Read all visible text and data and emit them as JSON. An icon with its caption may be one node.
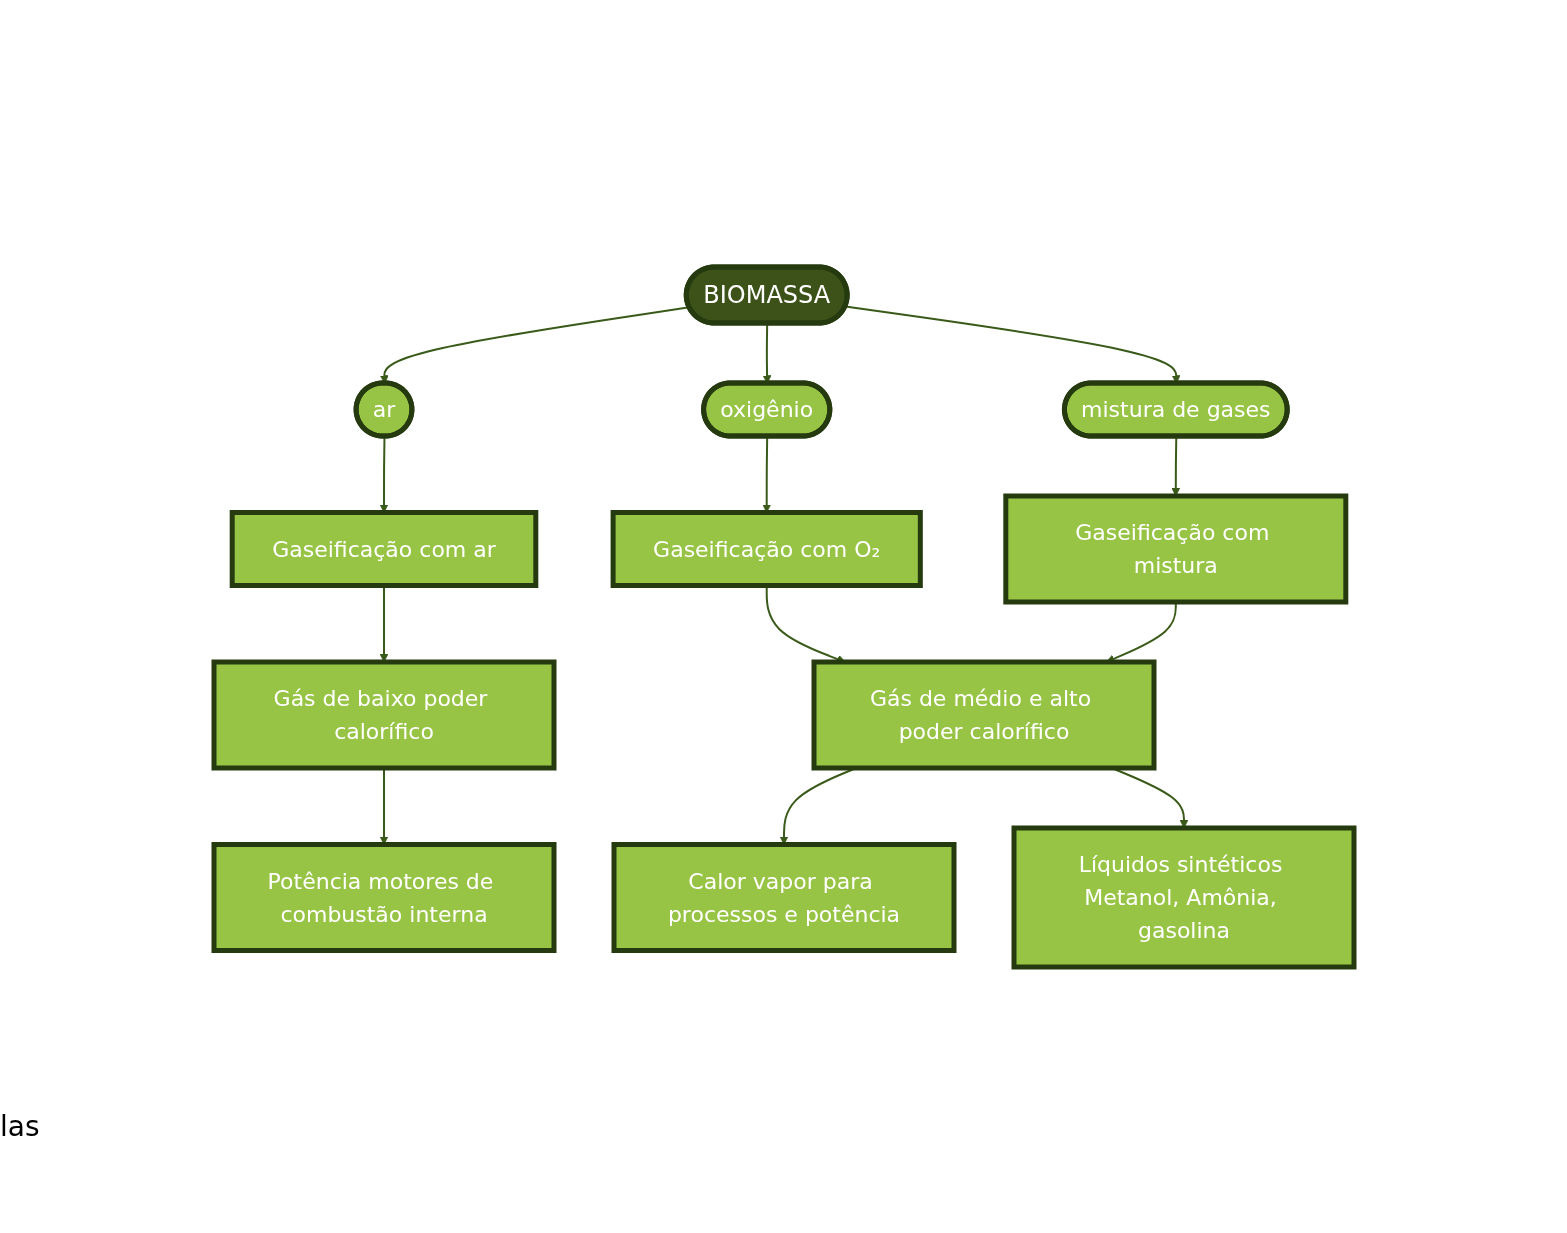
{
  "diagram": {
    "nodes": [
      {
        "text": [
          "BIOMASSA"
        ]
      },
      {
        "text": [
          "ar"
        ]
      },
      {
        "text": [
          "oxigênio"
        ]
      },
      {
        "text": [
          "mistura de gases"
        ]
      },
      {
        "text": [
          "Gaseificação com ar"
        ]
      },
      {
        "text": [
          "Gaseificação com O₂"
        ]
      },
      {
        "text": [
          "Gaseificação com mistura"
        ]
      },
      {
        "text": [
          "Gás de baixo poder calorífico"
        ]
      },
      {
        "text": [
          "Gás de médio e alto poder calorífico"
        ]
      },
      {
        "text": [
          "Potência motores de combustão interna"
        ]
      },
      {
        "text": [
          "Calor vapor para processos e potência"
        ]
      },
      {
        "text": [
          "Líquidos sintéticos Metanol, Amônia, gasolina"
        ]
      }
    ],
    "edges": [
      {
        "from": 0,
        "to": 1,
        "arrow": "to"
      },
      {
        "from": 0,
        "to": 2,
        "arrow": "to"
      },
      {
        "from": 0,
        "to": 3,
        "arrow": "to"
      },
      {
        "from": 1,
        "to": 4,
        "arrow": "to"
      },
      {
        "from": 2,
        "to": 5,
        "arrow": "to"
      },
      {
        "from": 3,
        "to": 6,
        "arrow": "to"
      },
      {
        "from": 4,
        "to": 7,
        "arrow": "to"
      },
      {
        "from": 5,
        "to": 8,
        "arrow": "to"
      },
      {
        "from": 6,
        "to": 8,
        "arrow": "to"
      },
      {
        "from": 7,
        "to": 9,
        "arrow": "to"
      },
      {
        "from": 8,
        "to": 10,
        "arrow": "to"
      },
      {
        "from": 8,
        "to": 11,
        "arrow": "to"
      }
    ],
    "labels": [
      "las"
    ]
  }
}
